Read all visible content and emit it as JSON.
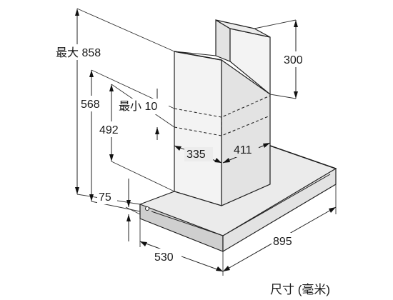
{
  "dimensions": {
    "max_height": "最大 858",
    "chimney_upper": "300",
    "overall_568": "568",
    "min_height": "最小 10",
    "overall_492": "492",
    "chimney_width_335": "335",
    "chimney_depth_411": "411",
    "canopy_75": "75",
    "depth_530": "530",
    "width_895": "895"
  },
  "unit_label": "尺寸 (毫米)"
}
